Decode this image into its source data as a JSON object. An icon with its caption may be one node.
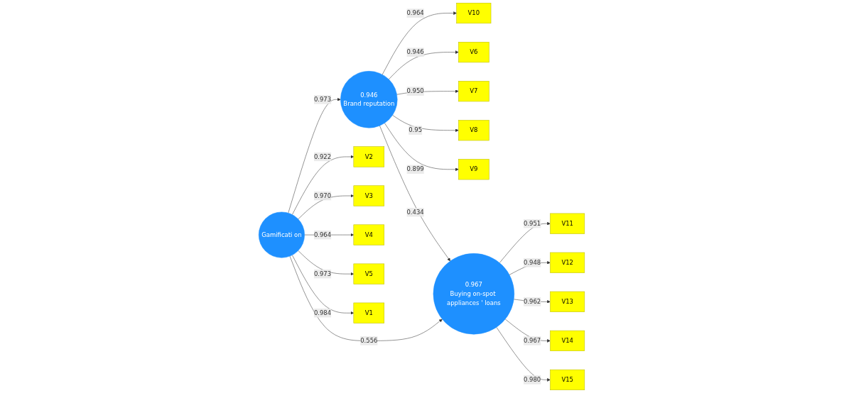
{
  "diagram": {
    "nodes": [
      {
        "text": [
          "V10"
        ]
      },
      {
        "text": [
          "V6"
        ]
      },
      {
        "text": [
          "V7"
        ]
      },
      {
        "text": [
          "V8"
        ]
      },
      {
        "text": [
          "V9"
        ]
      },
      {
        "text": [
          "0.946",
          "Brand reputation"
        ]
      },
      {
        "text": [
          "Gamificati on"
        ]
      },
      {
        "text": [
          "0.967",
          "Buying on-spot appliances ' loans"
        ]
      },
      {
        "text": [
          "V2"
        ]
      },
      {
        "text": [
          "V3"
        ]
      },
      {
        "text": [
          "V4"
        ]
      },
      {
        "text": [
          "V5"
        ]
      },
      {
        "text": [
          "V1"
        ]
      },
      {
        "text": [
          "V11"
        ]
      },
      {
        "text": [
          "V12"
        ]
      },
      {
        "text": [
          "V13"
        ]
      },
      {
        "text": [
          "V14"
        ]
      },
      {
        "text": [
          "V15"
        ]
      }
    ],
    "edges": [
      {
        "from": 5,
        "to": 0,
        "arrow": "to",
        "label": "0.964"
      },
      {
        "from": 5,
        "to": 1,
        "arrow": "to",
        "label": "0.946"
      },
      {
        "from": 5,
        "to": 2,
        "arrow": "to",
        "label": "0.950"
      },
      {
        "from": 5,
        "to": 3,
        "arrow": "to",
        "label": "0.95"
      },
      {
        "from": 5,
        "to": 4,
        "arrow": "to",
        "label": "0.899"
      },
      {
        "from": 6,
        "to": 5,
        "arrow": "to",
        "label": "0.973"
      },
      {
        "from": 5,
        "to": 7,
        "arrow": "to",
        "label": "0.434"
      },
      {
        "from": 6,
        "to": 7,
        "arrow": "to",
        "label": "0.556"
      },
      {
        "from": 6,
        "to": 8,
        "arrow": "to",
        "label": "0.922"
      },
      {
        "from": 6,
        "to": 9,
        "arrow": "to",
        "label": "0.970"
      },
      {
        "from": 6,
        "to": 10,
        "arrow": "to",
        "label": "0.964"
      },
      {
        "from": 6,
        "to": 11,
        "arrow": "to",
        "label": "0.973"
      },
      {
        "from": 6,
        "to": 12,
        "arrow": "to",
        "label": "0.984"
      },
      {
        "from": 7,
        "to": 13,
        "arrow": "to",
        "label": "0.951"
      },
      {
        "from": 7,
        "to": 14,
        "arrow": "to",
        "label": "0.948"
      },
      {
        "from": 7,
        "to": 15,
        "arrow": "to",
        "label": "0.962"
      },
      {
        "from": 7,
        "to": 16,
        "arrow": "to",
        "label": "0.967"
      },
      {
        "from": 7,
        "to": 17,
        "arrow": "to",
        "label": "0.980"
      }
    ]
  }
}
